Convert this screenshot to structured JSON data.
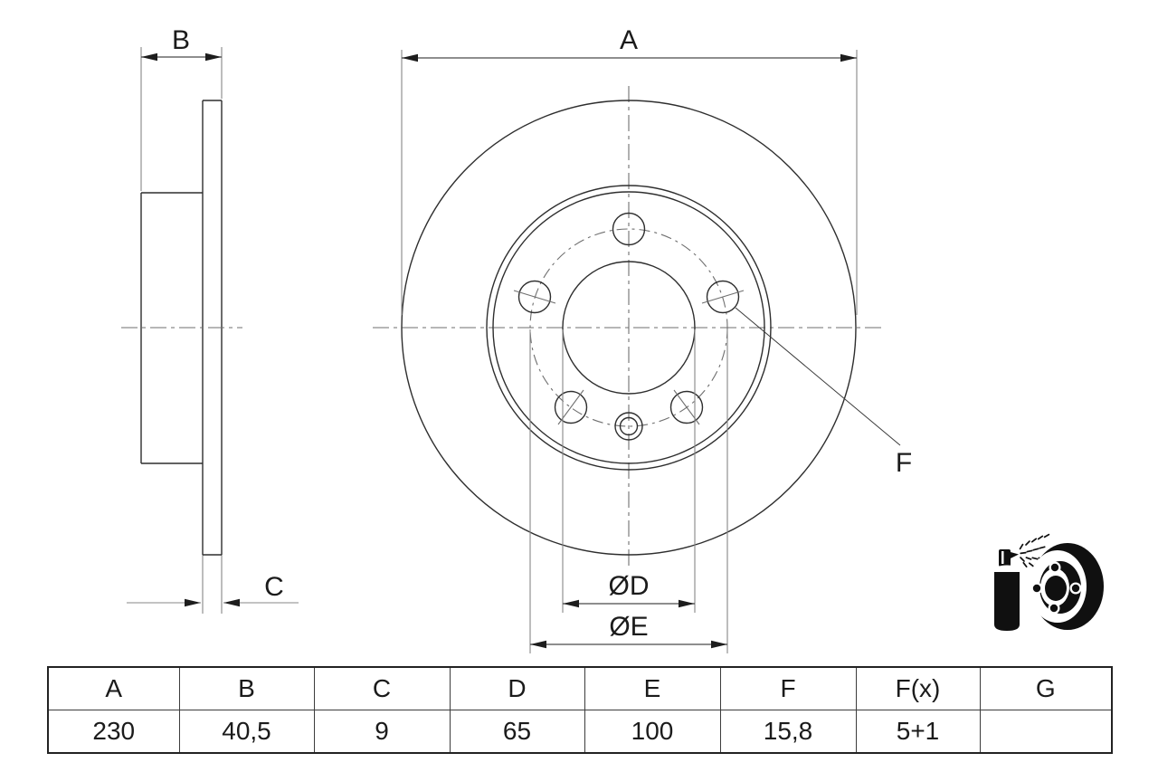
{
  "drawing": {
    "section_view": {
      "label_total_width": "B",
      "label_disc_thickness": "C"
    },
    "front_view": {
      "label_outer_diameter": "A",
      "label_center_bore": "ØD",
      "label_bolt_circle": "ØE",
      "label_bolt_hole": "F"
    }
  },
  "icon": {
    "name": "spray-can-coated-brake-disc-icon",
    "color": "#101010"
  },
  "table": {
    "headers": [
      "A",
      "B",
      "C",
      "D",
      "E",
      "F",
      "F(x)",
      "G"
    ],
    "values": [
      "230",
      "40,5",
      "9",
      "65",
      "100",
      "15,8",
      "5+1",
      ""
    ]
  },
  "colors": {
    "background": "#ffffff",
    "object_line": "#2e2e2e",
    "dimension_line": "#4a4a4a",
    "extension_line": "#878787",
    "centerline": "#6f6f6f",
    "text": "#1b1b1b"
  }
}
